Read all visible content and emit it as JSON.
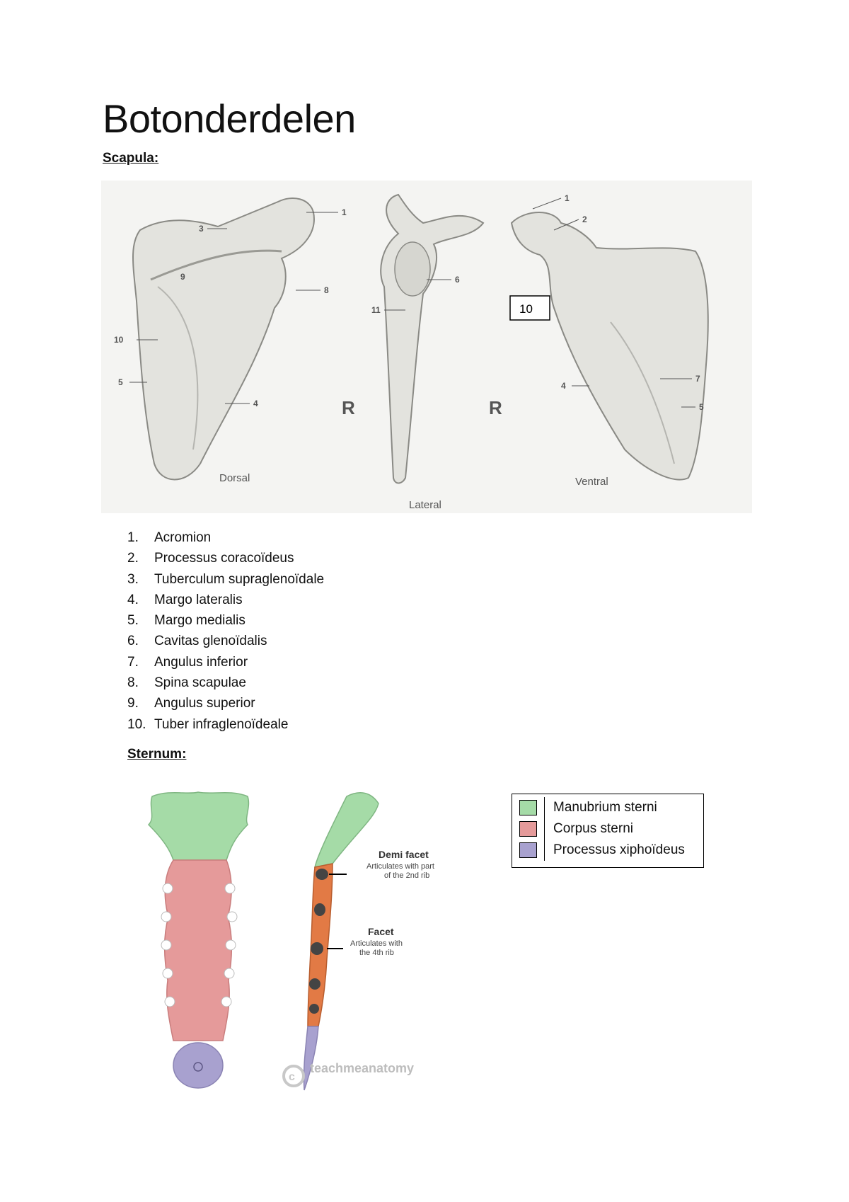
{
  "title": "Botonderdelen",
  "scapula": {
    "heading": "Scapula:",
    "figure": {
      "view_dorsal": "Dorsal",
      "view_lateral": "Lateral",
      "view_ventral": "Ventral",
      "side_marker": "R",
      "callout_box": "10",
      "labels": [
        "1",
        "2",
        "3",
        "4",
        "5",
        "6",
        "7",
        "8",
        "9",
        "10",
        "11"
      ]
    },
    "list": [
      {
        "n": "1.",
        "text": "Acromion"
      },
      {
        "n": "2.",
        "text": "Processus coracoïdeus"
      },
      {
        "n": "3.",
        "text": "Tuberculum supraglenoïdale"
      },
      {
        "n": "4.",
        "text": "Margo lateralis"
      },
      {
        "n": "5.",
        "text": "Margo medialis"
      },
      {
        "n": "6.",
        "text": "Cavitas glenoïdalis"
      },
      {
        "n": "7.",
        "text": "Angulus inferior"
      },
      {
        "n": "8.",
        "text": "Spina scapulae"
      },
      {
        "n": "9.",
        "text": "Angulus superior"
      },
      {
        "n": "10.",
        "text": "Tuber infraglenoïdeale"
      }
    ]
  },
  "sternum": {
    "heading": "Sternum:",
    "annotations": {
      "demi_facet_title": "Demi facet",
      "demi_facet_line1": "Articulates with part",
      "demi_facet_line2": "of the 2nd rib",
      "facet_title": "Facet",
      "facet_line1": "Articulates with",
      "facet_line2": "the 4th rib"
    },
    "watermark": "teachmeanatomy",
    "legend": [
      {
        "label": "Manubrium sterni",
        "color": "#a5dba7"
      },
      {
        "label": "Corpus sterni",
        "color": "#e59a9a"
      },
      {
        "label": "Processus xiphoïdeus",
        "color": "#a8a1cf"
      }
    ]
  }
}
